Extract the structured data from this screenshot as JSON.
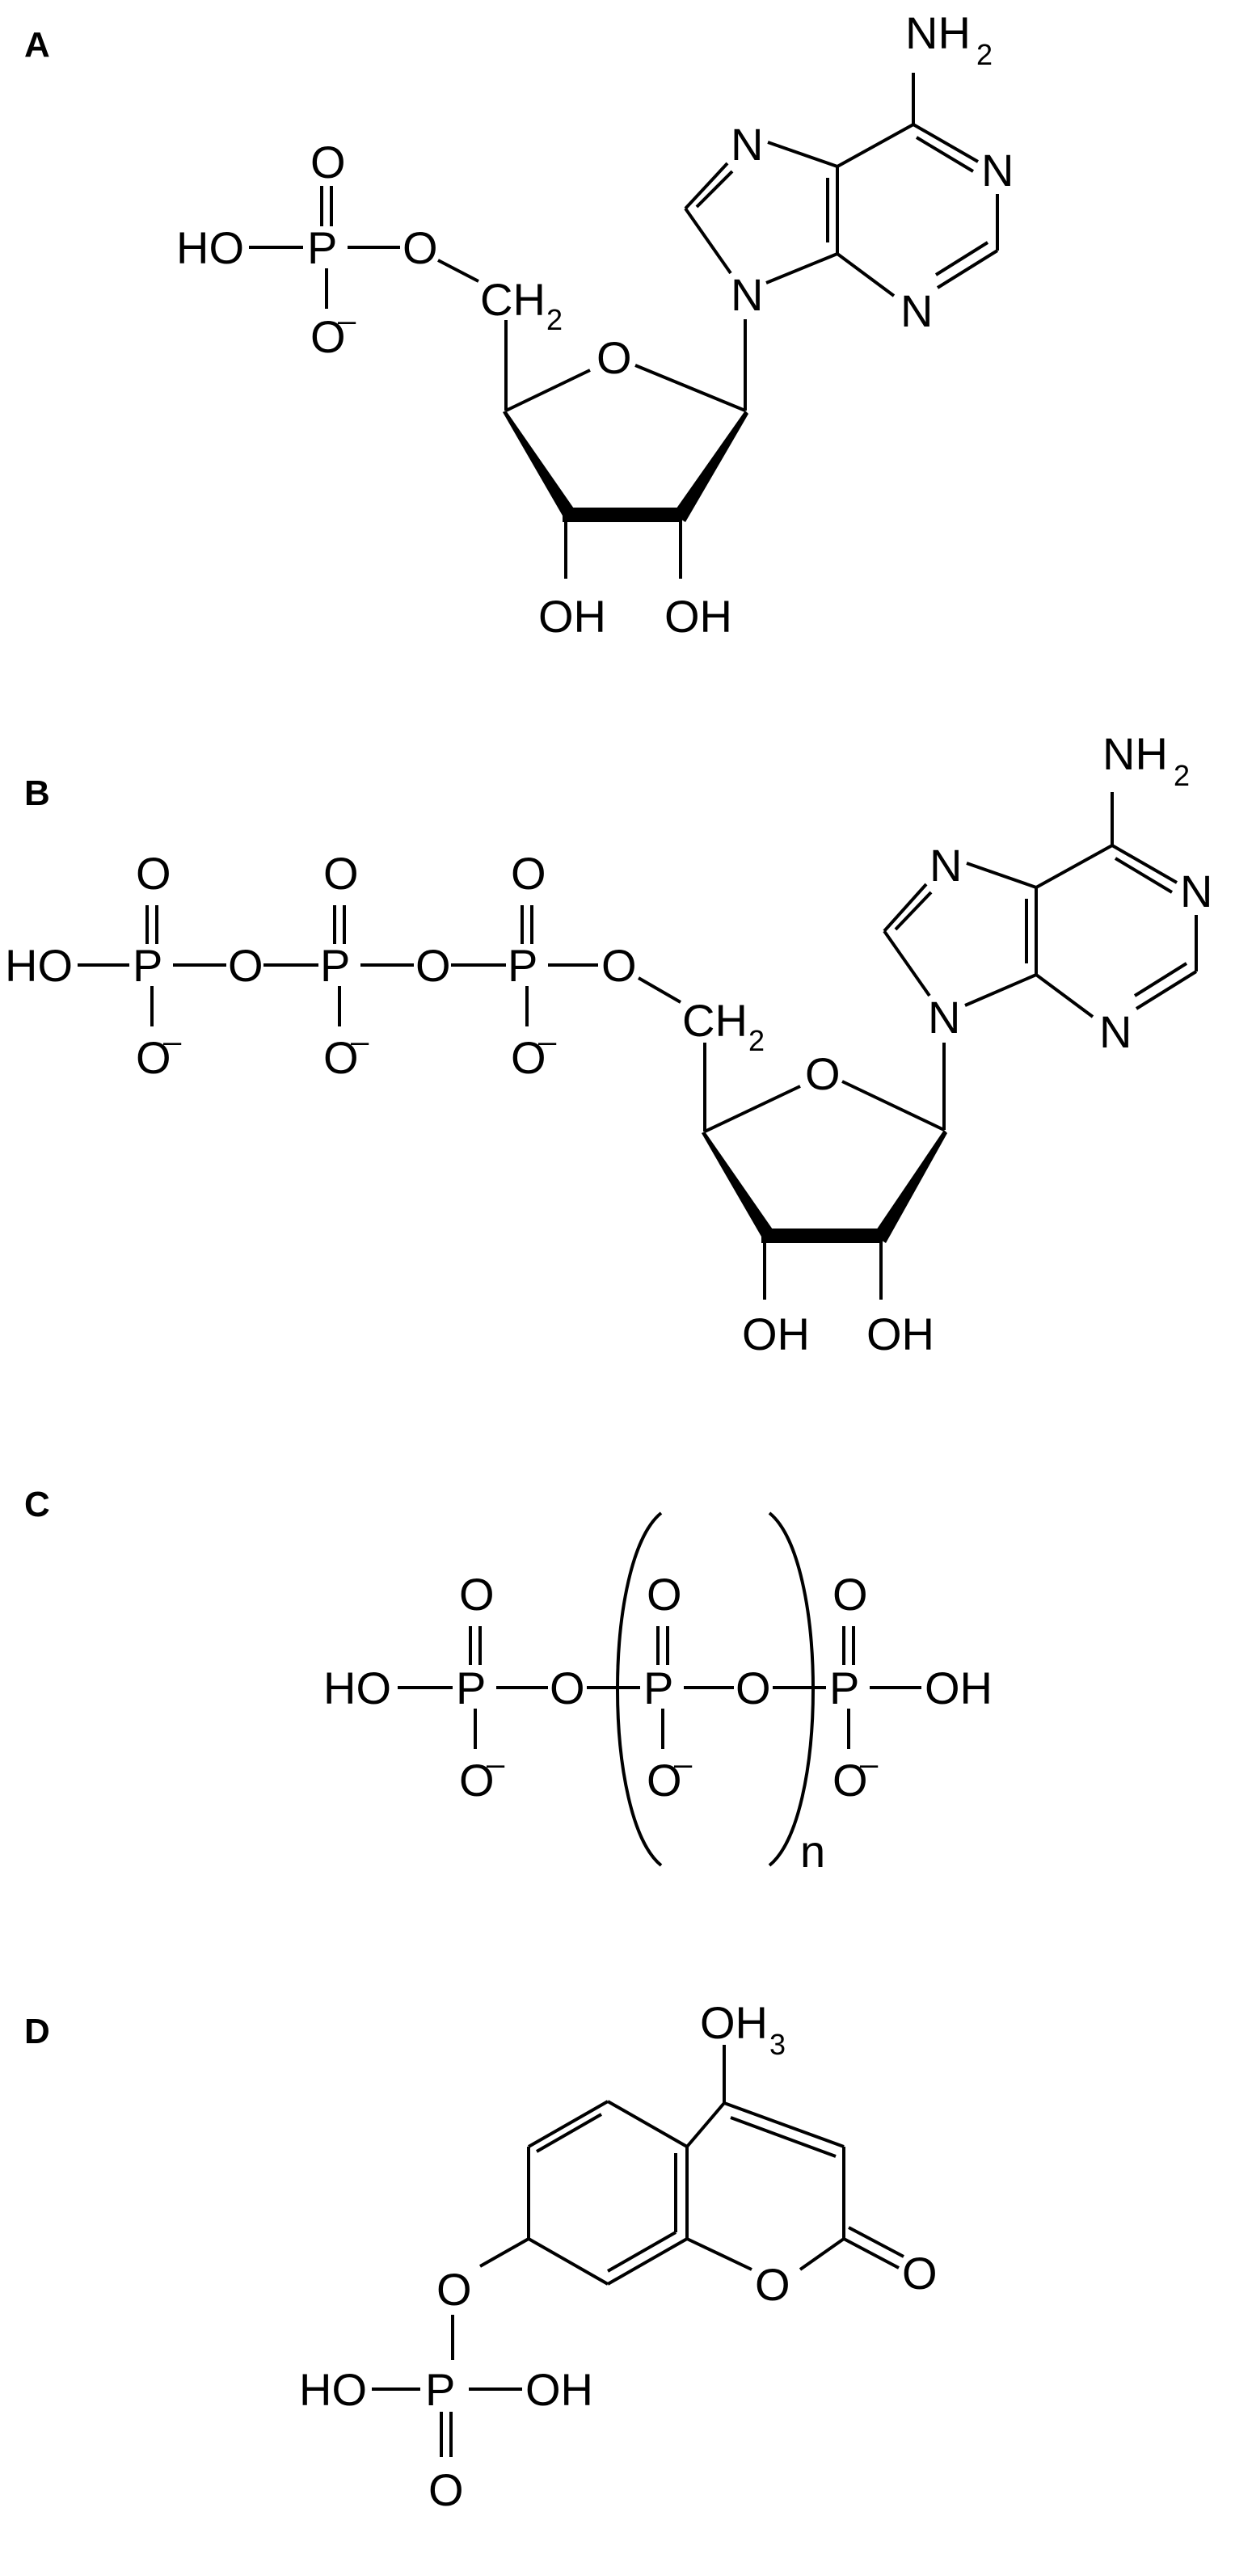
{
  "panels": [
    {
      "label": "A"
    },
    {
      "label": "B"
    },
    {
      "label": "C"
    },
    {
      "label": "D"
    }
  ],
  "atoms": {
    "amine": "NH",
    "sub_2": "2",
    "nitrogen": "N",
    "oxygen": "O",
    "phosphorus": "P",
    "hydroxyl": "OH",
    "hydroxyl_left": "HO",
    "carbon_ch": "CH",
    "minus": "–",
    "repeat_n": "n",
    "methoxy_oh": "OH",
    "sub_3": "3"
  }
}
